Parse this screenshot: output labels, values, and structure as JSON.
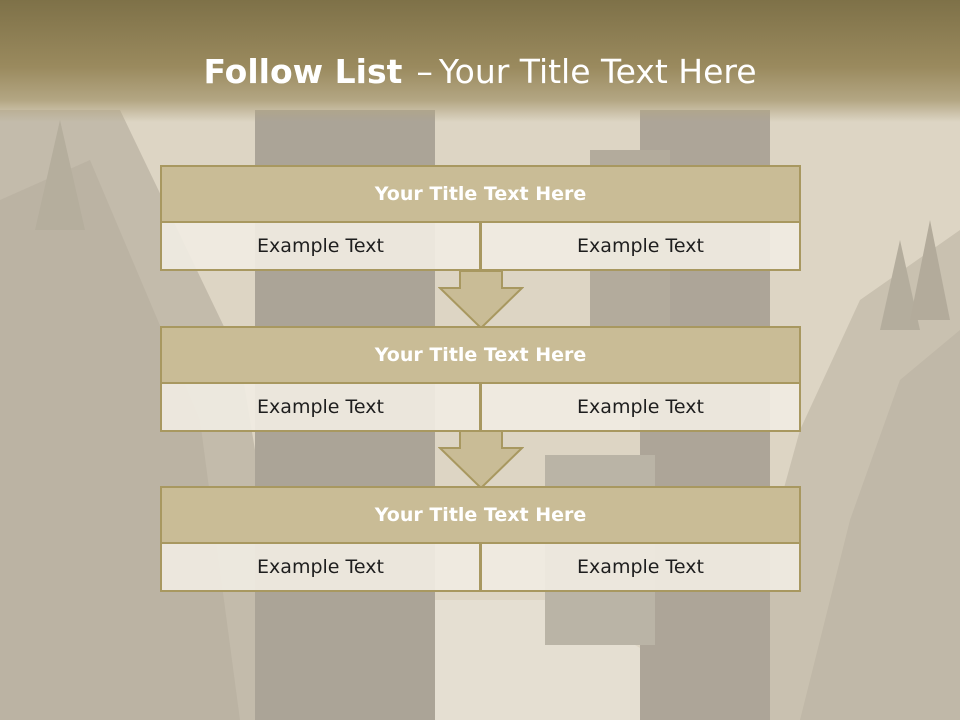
{
  "slide": {
    "title_bold": "Follow List",
    "title_dash": "–",
    "title_rest": "Your Title Text Here"
  },
  "blocks": [
    {
      "title": "Your Title Text Here",
      "left": "Example Text",
      "right": "Example Text"
    },
    {
      "title": "Your Title Text Here",
      "left": "Example Text",
      "right": "Example Text"
    },
    {
      "title": "Your Title Text Here",
      "left": "Example Text",
      "right": "Example Text"
    }
  ],
  "colors": {
    "header_fill": "#c9bc96",
    "border": "#a89860",
    "title_band": "#8a7c52",
    "text_light": "#ffffff",
    "text_dark": "#1e1e1e"
  }
}
